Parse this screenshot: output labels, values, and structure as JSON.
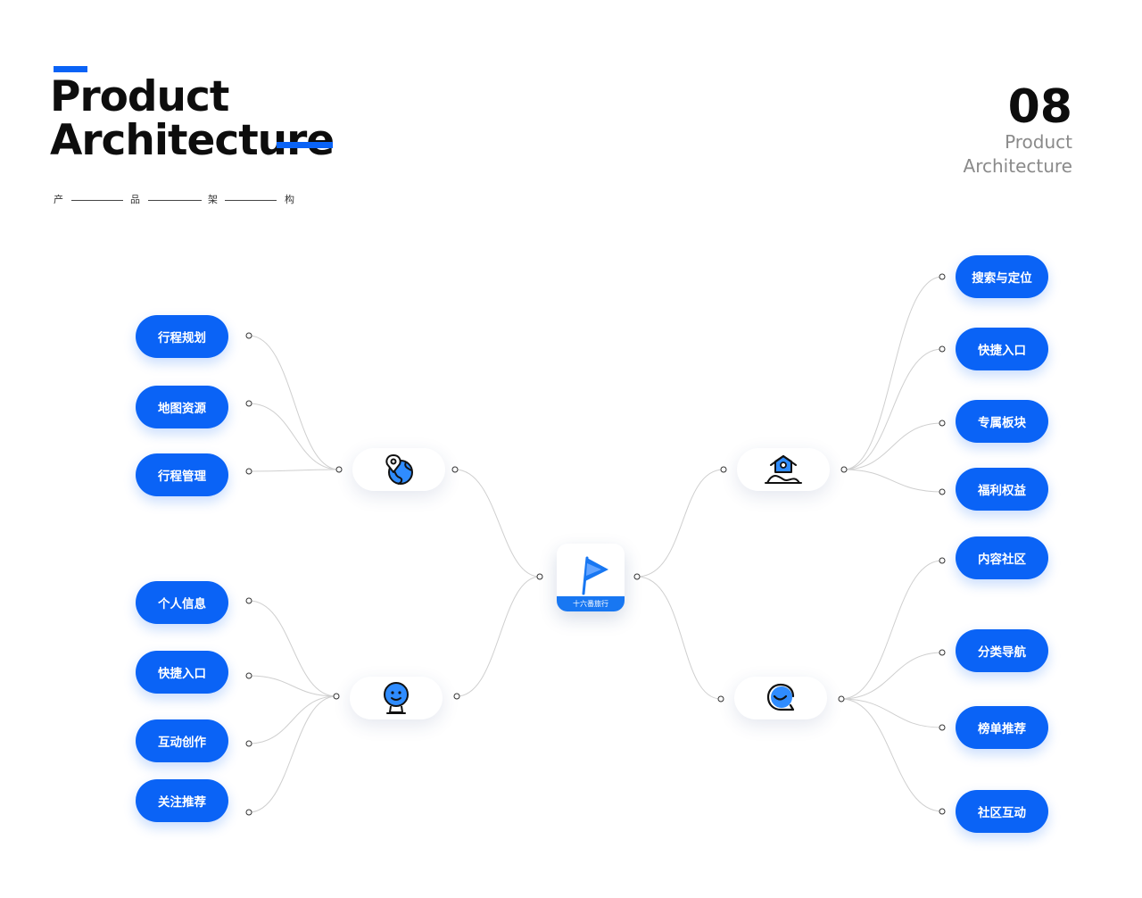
{
  "header": {
    "title_line1": "Product",
    "title_line2": "Architecture",
    "subtitle_chars": [
      "产",
      "品",
      "架",
      "构"
    ],
    "page_number": "08",
    "page_label_line1": "Product",
    "page_label_line2": "Architecture"
  },
  "center": {
    "app_name": "十六番旅行",
    "icon": "flag-icon"
  },
  "branches": [
    {
      "side": "left",
      "icon": "globe-location-icon",
      "items": [
        "行程规划",
        "地图资源",
        "行程管理"
      ]
    },
    {
      "side": "left",
      "icon": "webcam-face-icon",
      "items": [
        "个人信息",
        "快捷入口",
        "互动创作",
        "关注推荐"
      ]
    },
    {
      "side": "right",
      "icon": "home-location-icon",
      "items": [
        "搜索与定位",
        "快捷入口",
        "专属板块",
        "福利权益"
      ]
    },
    {
      "side": "right",
      "icon": "chat-smile-icon",
      "items": [
        "内容社区",
        "分类导航",
        "榜单推荐",
        "社区互动"
      ]
    }
  ],
  "colors": {
    "accent": "#0a63f6",
    "connector": "#cfcfcf",
    "text_dark": "#0d0d0d",
    "text_muted": "#8a8a8a"
  }
}
